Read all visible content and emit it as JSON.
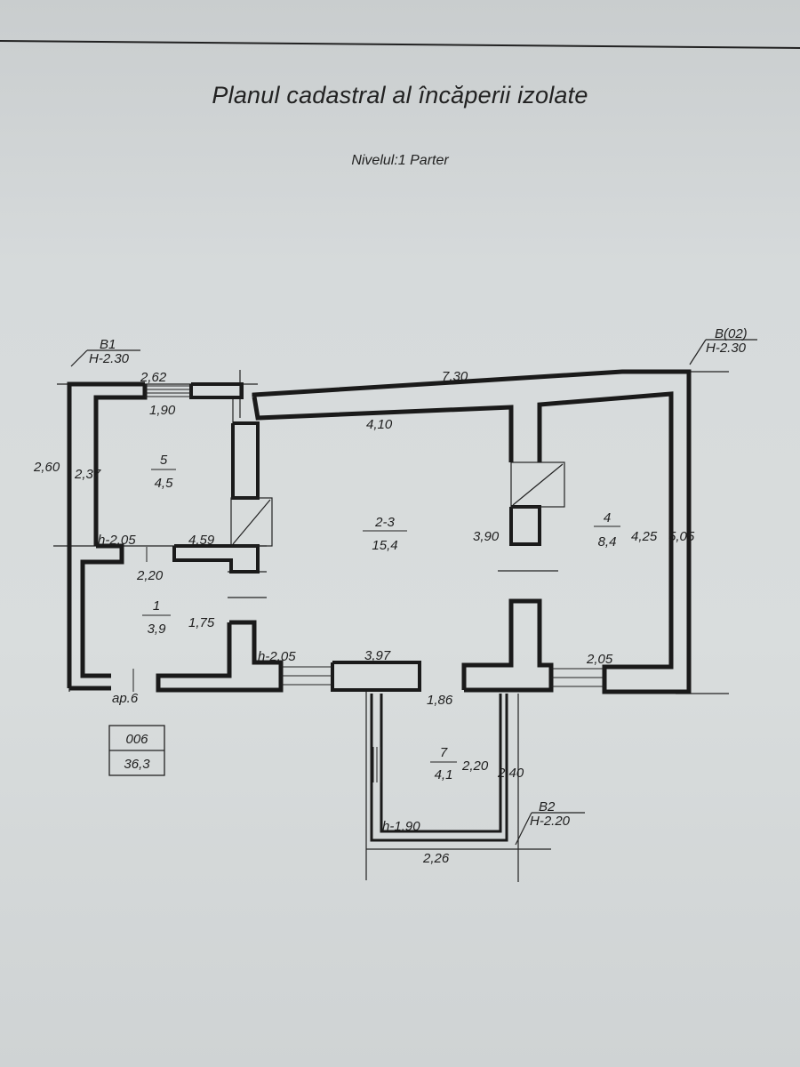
{
  "title": "Planul cadastral al încăperii izolate",
  "level": "Nivelul:1 Parter",
  "rooms": {
    "r5": {
      "num": "5",
      "area": "4,5"
    },
    "r23": {
      "num": "2-3",
      "area": "15,4"
    },
    "r4": {
      "num": "4",
      "area": "8,4"
    },
    "r1": {
      "num": "1",
      "area": "3,9"
    },
    "r7": {
      "num": "7",
      "area": "4,1"
    }
  },
  "dims": {
    "d262": "2,62",
    "d190": "1,90",
    "d730": "7,30",
    "d410": "4,10",
    "d260": "2,60",
    "d237": "2,37",
    "d205a": "h-2,05",
    "d459": "4,59",
    "d220": "2,20",
    "d175": "1,75",
    "d205b": "h-2,05",
    "d397": "3,97",
    "d186": "1,86",
    "d390": "3,90",
    "d425": "4,25",
    "d605": "5,05",
    "d205c": "2,05",
    "d220b": "2,20",
    "d240": "2,40",
    "d190b": "h-1,90",
    "d226": "2,26"
  },
  "marks": {
    "b1": "B1",
    "h1": "H-2.30",
    "b02": "B(02)",
    "h02": "H-2.30",
    "b2": "B2",
    "h2": "H-2.20",
    "ap": "ap.6"
  },
  "summary": {
    "code": "006",
    "area": "36,3"
  }
}
